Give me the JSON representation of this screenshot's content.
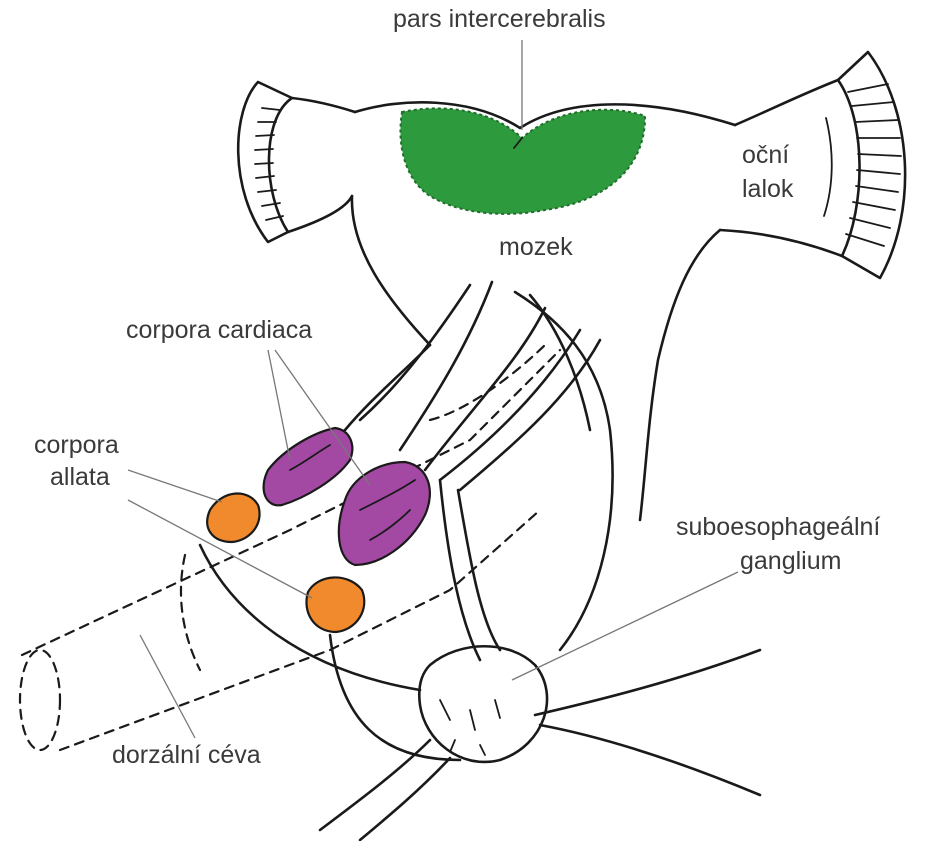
{
  "labels": {
    "pars_intercerebralis": "pars intercerebralis",
    "ocni_lalok_1": "oční",
    "ocni_lalok_2": "lalok",
    "mozek": "mozek",
    "corpora_cardiaca": "corpora cardiaca",
    "corpora_allata_1": "corpora",
    "corpora_allata_2": "allata",
    "suboesophagealni_1": "suboesophageální",
    "suboesophagealni_2": "ganglium",
    "dorzalni_ceva": "dorzální céva"
  },
  "colors": {
    "pars_intercerebralis": "#2e9a3e",
    "corpora_cardiaca": "#a349a4",
    "corpora_allata": "#f08a2c"
  }
}
